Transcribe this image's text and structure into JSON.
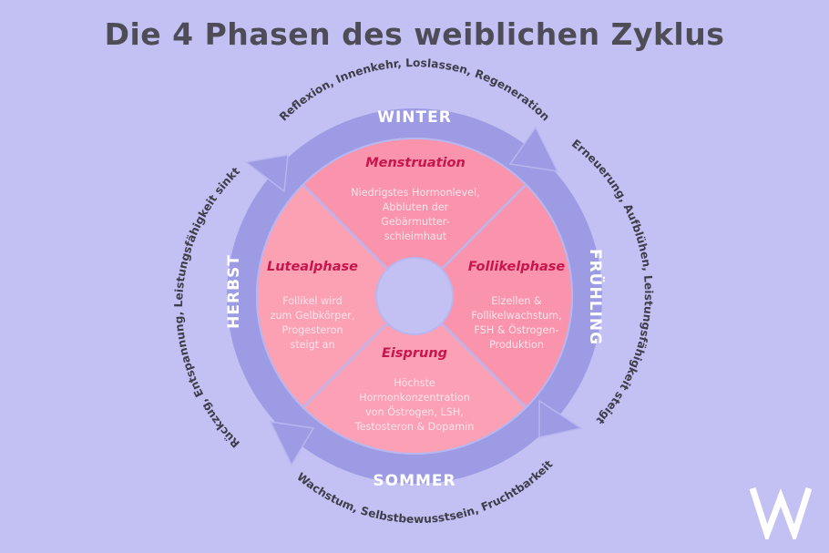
{
  "title": "Die 4 Phasen des weiblichen Zyklus",
  "colors": {
    "background": "#c3c1f3",
    "ring": "#9c9be3",
    "phase_fill": "#fa94ad",
    "phase_fill_light": "#fda3b5",
    "phase_title": "#c8154d",
    "phase_desc": "#fbe4ec",
    "title_text": "#4e4d57"
  },
  "seasons": {
    "winter": {
      "label": "WINTER",
      "description": "Reflexion, Innenkehr, Loslassen, Regeneration"
    },
    "spring": {
      "label": "FRÜHLING",
      "description": "Erneuerung, Aufblühen, Leistungsfähigkeit steigt"
    },
    "summer": {
      "label": "SOMMER",
      "description": "Wachstum, Selbstbewusstsein, Fruchtbarkeit"
    },
    "autumn": {
      "label": "HERBST",
      "description": "Rückzug, Entspannung, Leistungsfähigkeit sinkt"
    }
  },
  "phases": {
    "menstruation": {
      "title": "Menstruation",
      "lines": [
        "Niedrigstes Hormonlevel,",
        "Abbluten der",
        "Gebärmutter-",
        "schleimhaut"
      ]
    },
    "follicular": {
      "title": "Follikelphase",
      "lines": [
        "Eizellen &",
        "Follikelwachstum,",
        "FSH & Östrogen-",
        "Produktion"
      ]
    },
    "ovulation": {
      "title": "Eisprung",
      "lines": [
        "Höchste",
        "Hormonkonzentration",
        "von Östrogen, LSH,",
        "Testosteron & Dopamin"
      ]
    },
    "luteal": {
      "title": "Lutealphase",
      "lines": [
        "Follikel wird",
        "zum Gelbkörper,",
        "Progesteron",
        "steigt an"
      ]
    }
  },
  "logo": {
    "letter": "W"
  }
}
